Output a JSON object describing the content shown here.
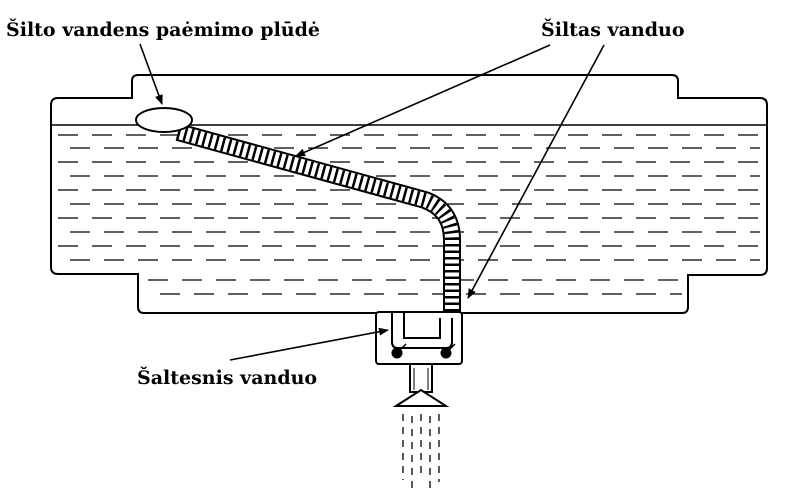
{
  "labels": {
    "float_intake": "Šilto vandens paėmimo plūdė",
    "warm_water": "Šiltas vanduo",
    "colder_water": "Šaltesnis vanduo"
  },
  "colors": {
    "stroke": "#000000",
    "background": "#ffffff"
  },
  "icons": {
    "shower_head": "shower-head-icon",
    "valve": "valve-icon"
  }
}
